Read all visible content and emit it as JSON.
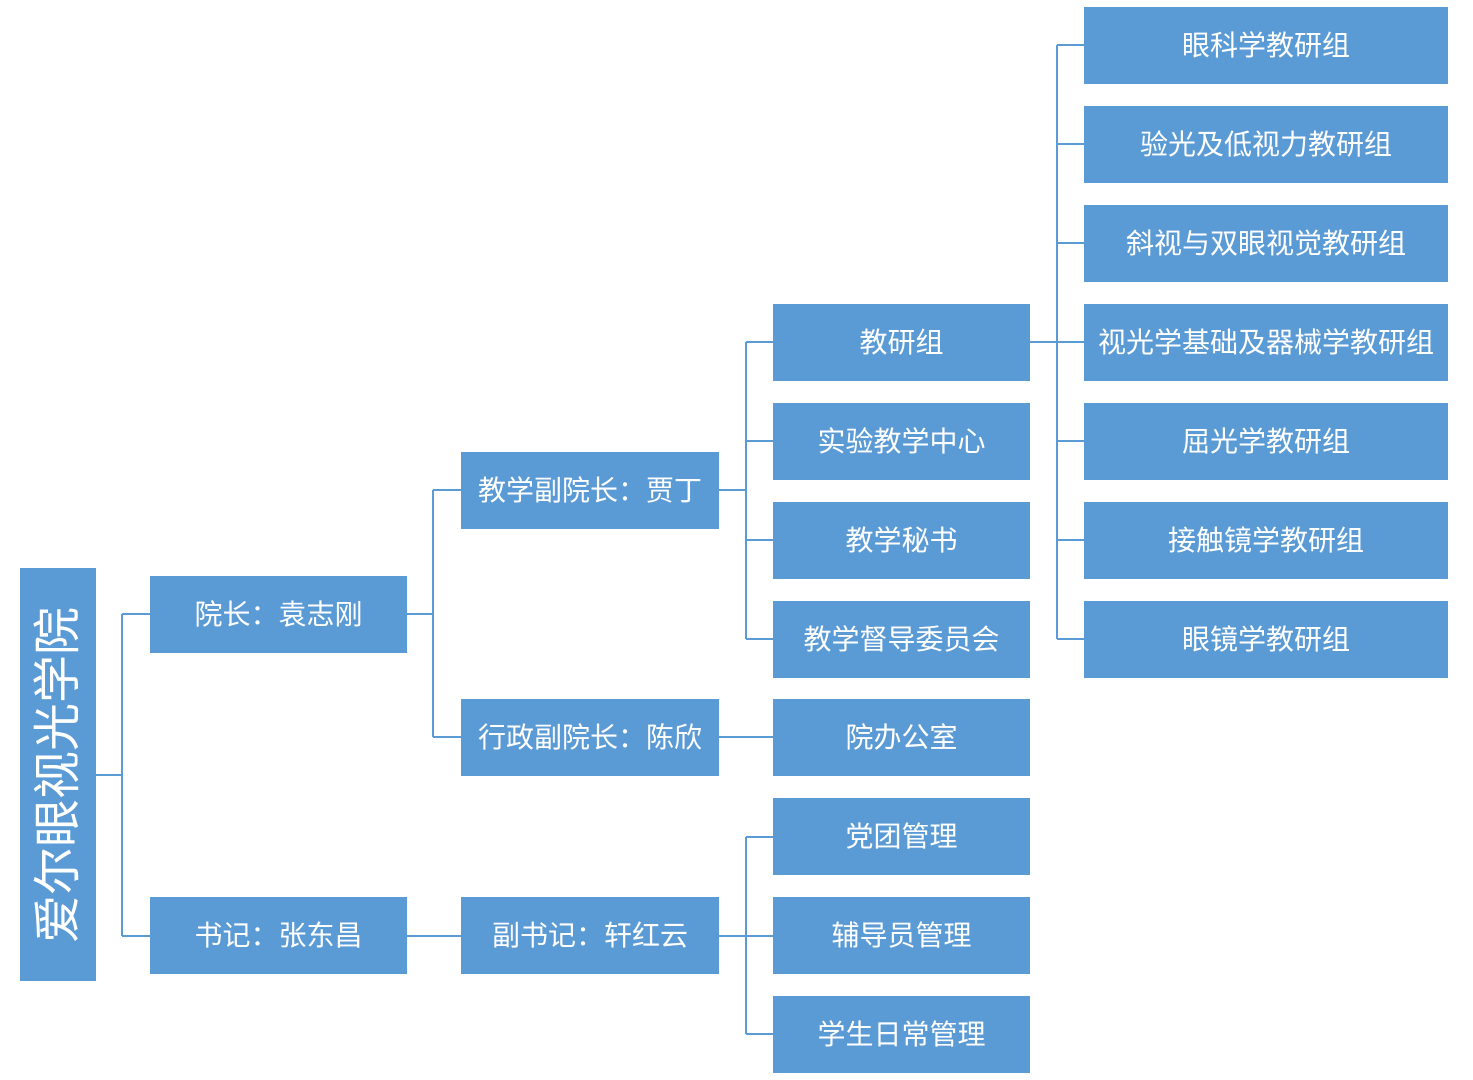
{
  "colors": {
    "box": "#5b9bd5",
    "line": "#5b9bd5",
    "text": "#ffffff"
  },
  "root": {
    "label": "爱尔眼视光学院"
  },
  "level1": {
    "dean": "院长：袁志刚",
    "secretary": "书记：张东昌"
  },
  "level2": {
    "teaching_vice": "教学副院长：贾丁",
    "admin_vice": "行政副院长：陈欣",
    "deputy_secretary": "副书记：轩红云"
  },
  "level3": {
    "research_group": "教研组",
    "lab_center": "实验教学中心",
    "teaching_secretary": "教学秘书",
    "supervision_committee": "教学督导委员会",
    "dean_office": "院办公室",
    "party_management": "党团管理",
    "counselor_management": "辅导员管理",
    "student_management": "学生日常管理"
  },
  "level4": [
    "眼科学教研组",
    "验光及低视力教研组",
    "斜视与双眼视觉教研组",
    "视光学基础及器械学教研组",
    "屈光学教研组",
    "接触镜学教研组",
    "眼镜学教研组"
  ]
}
